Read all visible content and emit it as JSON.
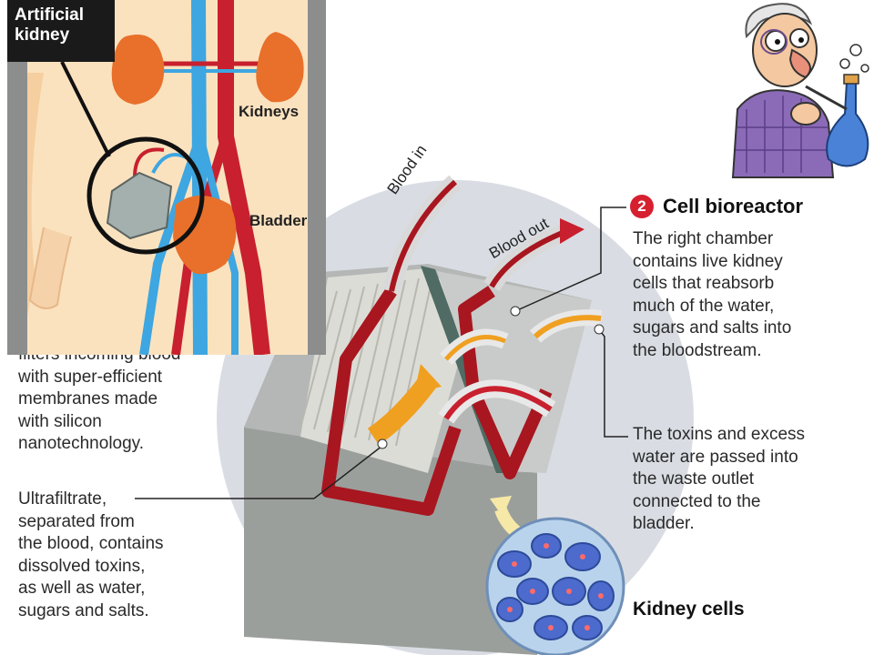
{
  "inset": {
    "title": "Artificial\nkidney",
    "kidneys_label": "Kidneys",
    "bladder_label": "Bladder"
  },
  "device": {
    "blood_in_label": "Blood in",
    "blood_out_label": "Blood out"
  },
  "cell_bioreactor": {
    "number": "2",
    "title": "Cell bioreactor",
    "description": "The right chamber\ncontains live kidney\ncells that reabsorb\nmuch of the water,\nsugars and salts into\nthe bloodstream."
  },
  "toxins_text": "The toxins and excess\nwater are passed into\nthe waste outlet\nconnected to the\nbladder.",
  "filter_text": "filters incoming blood\nwith super-efficient\nmembranes made\nwith silicon\nnanotechnology.",
  "ultrafiltrate_text": "Ultrafiltrate,\nseparated from\nthe blood, contains\ndissolved toxins,\nas well as water,\nsugars and salts.",
  "kidney_cells_label": "Kidney cells",
  "colors": {
    "blood_red": "#c8202e",
    "vein_blue": "#3ea6e0",
    "kidney_orange": "#e8702a",
    "skin": "#fbe2bf",
    "device_gray": "#a9acaa",
    "bubble_gray": "#d9dde3",
    "accent_red": "#d6202f"
  }
}
